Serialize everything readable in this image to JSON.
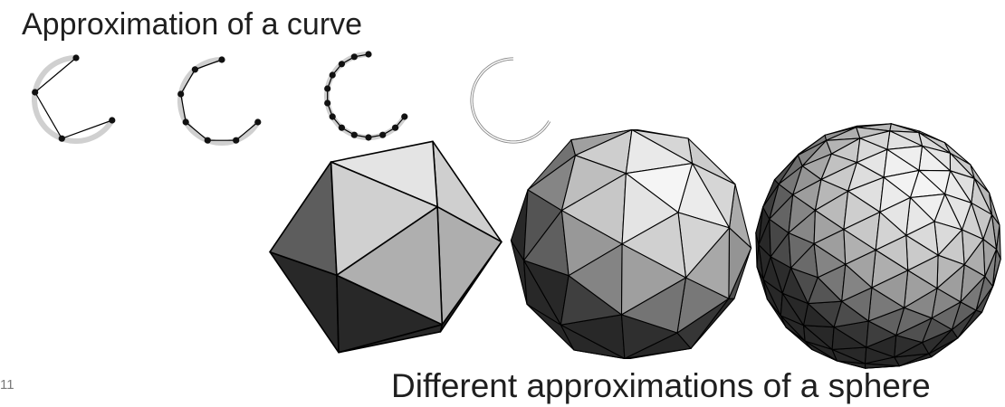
{
  "slide": {
    "title": "Approximation of a curve",
    "caption": "Different approximations of a sphere",
    "page_number": "11"
  },
  "curve_approximations": [
    {
      "segments": 3
    },
    {
      "segments": 6
    },
    {
      "segments": 12
    },
    {
      "segments": 0
    }
  ],
  "sphere_approximations": [
    {
      "subdivision": 0
    },
    {
      "subdivision": 1
    },
    {
      "subdivision": 2
    }
  ],
  "colors": {
    "text": "#1f1f1f",
    "arc": "#d0d0d0",
    "vertex": "#111111",
    "edge": "#000000"
  }
}
